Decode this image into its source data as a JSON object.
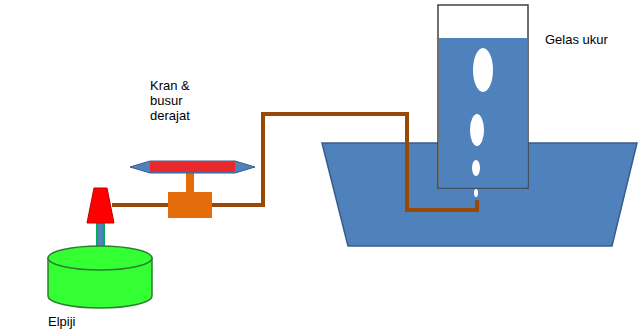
{
  "diagram": {
    "labels": [
      "Kran & busur derajat",
      "Gelas ukur",
      "Elpiji"
    ]
  }
}
